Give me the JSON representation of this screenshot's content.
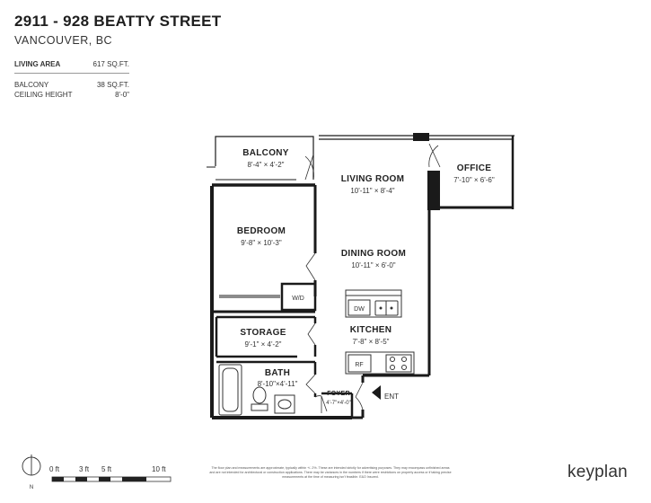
{
  "header": {
    "title": "2911 - 928 BEATTY STREET",
    "subtitle": "VANCOUVER, BC"
  },
  "stats": {
    "living_area_label": "LIVING AREA",
    "living_area_value": "617 SQ.FT.",
    "balcony_label": "BALCONY",
    "balcony_value": "38 SQ.FT.",
    "ceiling_label": "CEILING HEIGHT",
    "ceiling_value": "8'-0\""
  },
  "rooms": {
    "balcony": {
      "name": "BALCONY",
      "dims": "8'-4\"   ×   4'-2\""
    },
    "office": {
      "name": "OFFICE",
      "dims": "7'-10\"  ×  6'-6\""
    },
    "living": {
      "name": "LIVING ROOM",
      "dims": "10'-11\"  ×  8'-4\""
    },
    "bedroom": {
      "name": "BEDROOM",
      "dims": "9'-8\"   ×  10'-3\""
    },
    "dining": {
      "name": "DINING ROOM",
      "dims": "10'-11\"  ×  6'-0\""
    },
    "storage": {
      "name": "STORAGE",
      "dims": "9'-1\"   ×   4'-2\""
    },
    "kitchen": {
      "name": "KITCHEN",
      "dims": "7'-8\"   ×   8'-5\""
    },
    "bath": {
      "name": "BATH",
      "dims": "8'-10\"×4'-11\""
    },
    "foyer": {
      "name": "FOYER",
      "dims": "4'-7\"×4'-0\""
    }
  },
  "fixtures": {
    "wd": "W/D",
    "dw": "DW",
    "rf": "RF",
    "entry": "ENT"
  },
  "scale": {
    "north": "N",
    "ticks": [
      "0 ft",
      "3 ft",
      "5 ft",
      "10 ft"
    ]
  },
  "disclaimer": "The floor plan and measurements are approximate, typically within +/- 2%. These are intended strictly for advertising purposes. They may encompass unfinished areas and are not intended for architectural or construction applications. There may be variances in the numbers if there were restrictions on property access or if taking precise measurements at the time of measuring isn't feasible. E&O Insured.",
  "brand": {
    "logo": "keyplan",
    "accent": "#1e1e1e"
  }
}
